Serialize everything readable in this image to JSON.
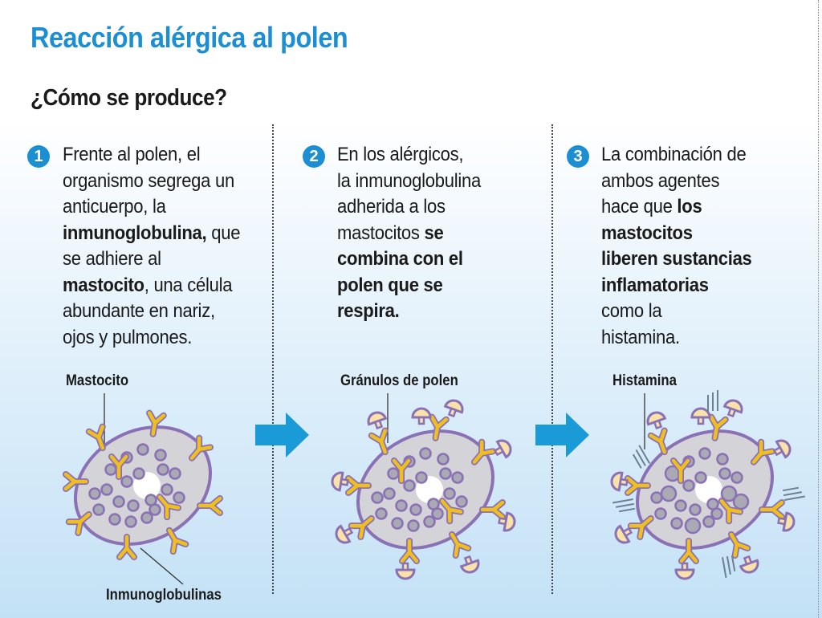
{
  "title": "Reacción alérgica al polen",
  "subtitle": "¿Cómo se produce?",
  "colors": {
    "accent": "#1b8fd2",
    "cell_fill": "#d3d3d8",
    "cell_stroke": "#8a70b4",
    "antibody": "#f0bf1e",
    "pollen": "#f8e2aa"
  },
  "steps": [
    {
      "number": "1",
      "lines": [
        [
          {
            "t": "Frente al polen, el"
          }
        ],
        [
          {
            "t": "organismo segrega un"
          }
        ],
        [
          {
            "t": "anticuerpo, la"
          }
        ],
        [
          {
            "t": "inmunoglobulina,",
            "b": true
          },
          {
            "t": " que"
          }
        ],
        [
          {
            "t": "se adhiere al"
          }
        ],
        [
          {
            "t": "mastocito",
            "b": true
          },
          {
            "t": ", una célula"
          }
        ],
        [
          {
            "t": "abundante en nariz,"
          }
        ],
        [
          {
            "t": "ojos y pulmones."
          }
        ]
      ],
      "labels": [
        "Mastocito",
        "Inmunoglobulinas"
      ]
    },
    {
      "number": "2",
      "lines": [
        [
          {
            "t": "En los alérgicos,"
          }
        ],
        [
          {
            "t": "la inmunoglobulina"
          }
        ],
        [
          {
            "t": "adherida a los"
          }
        ],
        [
          {
            "t": "mastocitos "
          },
          {
            "t": "se",
            "b": true
          }
        ],
        [
          {
            "t": "combina con el",
            "b": true
          }
        ],
        [
          {
            "t": "polen que se",
            "b": true
          }
        ],
        [
          {
            "t": "respira.",
            "b": true
          }
        ]
      ],
      "labels": [
        "Gránulos de polen"
      ]
    },
    {
      "number": "3",
      "lines": [
        [
          {
            "t": "La combinación de"
          }
        ],
        [
          {
            "t": "ambos agentes"
          }
        ],
        [
          {
            "t": "hace que "
          },
          {
            "t": "los",
            "b": true
          }
        ],
        [
          {
            "t": "mastocitos",
            "b": true
          }
        ],
        [
          {
            "t": "liberen sustancias",
            "b": true
          }
        ],
        [
          {
            "t": "inflamatorias",
            "b": true
          }
        ],
        [
          {
            "t": "como la"
          }
        ],
        [
          {
            "t": "histamina."
          }
        ]
      ],
      "labels": [
        "Histamina"
      ]
    }
  ]
}
